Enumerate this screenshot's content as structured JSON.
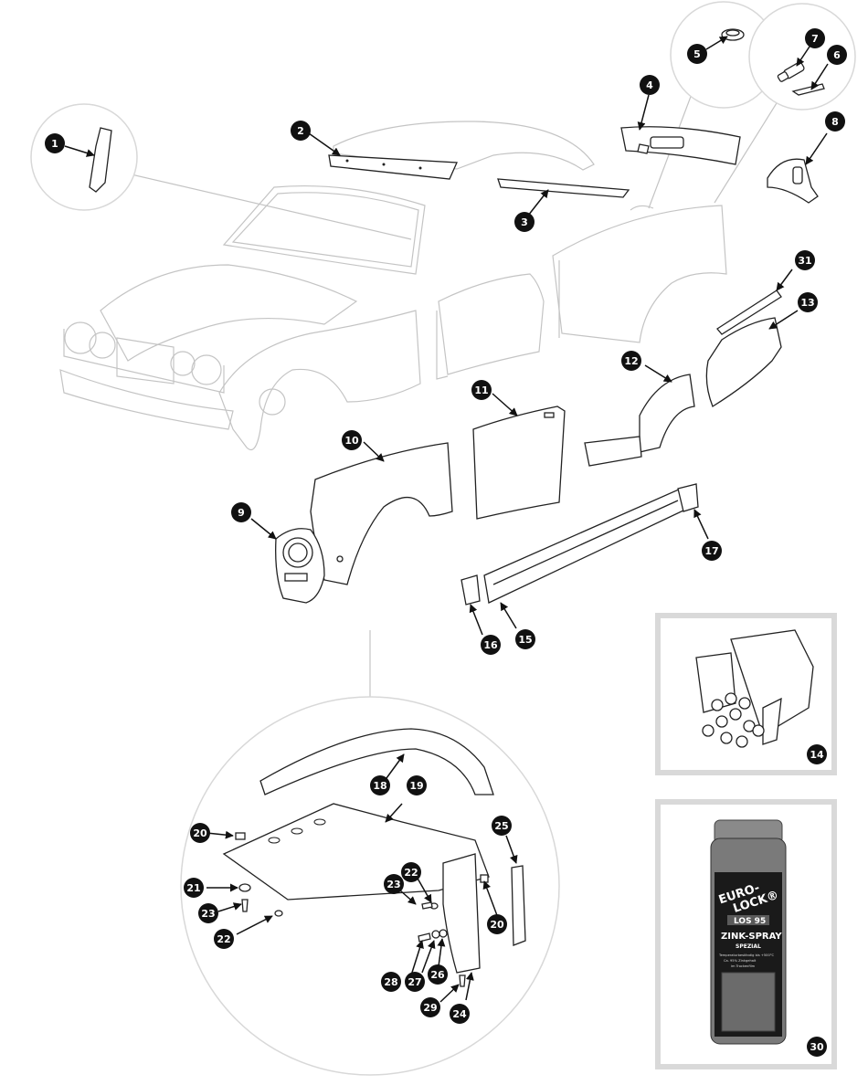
{
  "callouts": [
    {
      "num": "1"
    },
    {
      "num": "2"
    },
    {
      "num": "3"
    },
    {
      "num": "4"
    },
    {
      "num": "5"
    },
    {
      "num": "6"
    },
    {
      "num": "7"
    },
    {
      "num": "8"
    },
    {
      "num": "9"
    },
    {
      "num": "10"
    },
    {
      "num": "11"
    },
    {
      "num": "12"
    },
    {
      "num": "13"
    },
    {
      "num": "14"
    },
    {
      "num": "15"
    },
    {
      "num": "16"
    },
    {
      "num": "17"
    },
    {
      "num": "18"
    },
    {
      "num": "19"
    },
    {
      "num": "20"
    },
    {
      "num": "20"
    },
    {
      "num": "21"
    },
    {
      "num": "22"
    },
    {
      "num": "22"
    },
    {
      "num": "23"
    },
    {
      "num": "23"
    },
    {
      "num": "24"
    },
    {
      "num": "25"
    },
    {
      "num": "26"
    },
    {
      "num": "27"
    },
    {
      "num": "28"
    },
    {
      "num": "29"
    },
    {
      "num": "30"
    },
    {
      "num": "31"
    }
  ],
  "spray_can": {
    "brand_line1": "EURO-",
    "brand_line2": "LOCK®",
    "product_code": "LOS 95",
    "product_name": "ZINK-SPRAY",
    "product_sub": "SPEZIAL",
    "fine_print_1": "Temperaturbeständig bis +500°C",
    "fine_print_2": "Ca. 95% Zinkgehalt",
    "fine_print_3": "im Trockenfilm"
  },
  "colors": {
    "callout_fill": "#111111",
    "callout_text": "#ffffff",
    "ghost_line": "#c4c4c4",
    "can_body": "#7a7a7a",
    "can_label": "#1a1a1a"
  }
}
